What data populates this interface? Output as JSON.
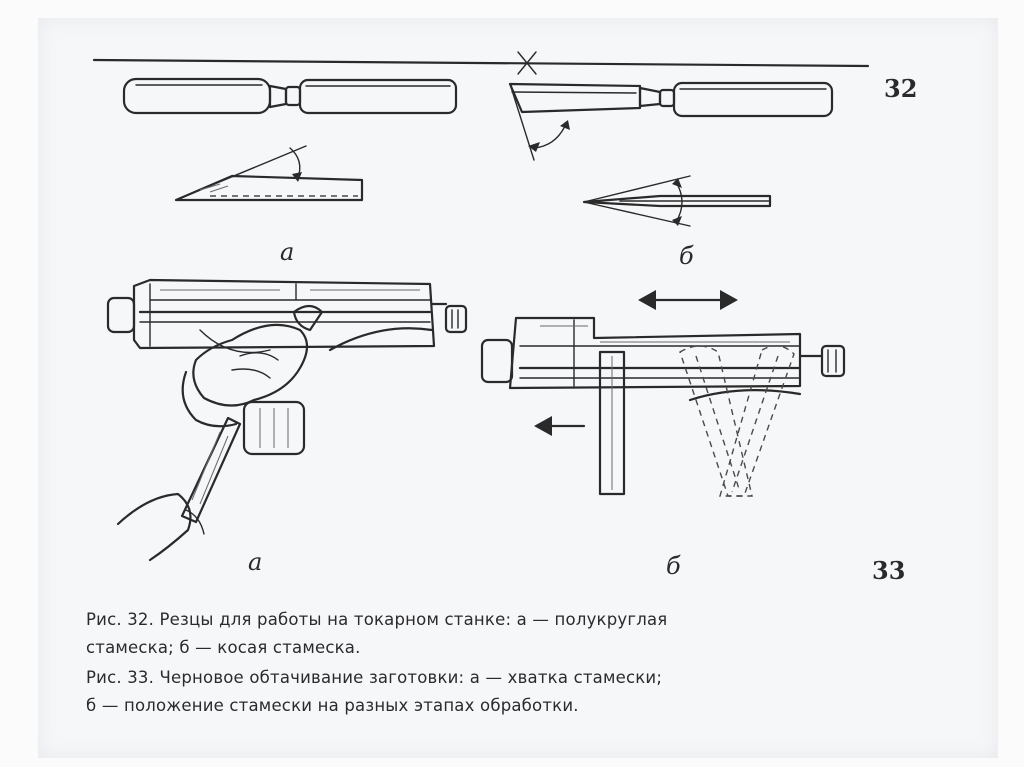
{
  "figures": {
    "fig32": {
      "number": "32",
      "label_a": "а",
      "label_b": "б"
    },
    "fig33": {
      "number": "33",
      "label_a": "а",
      "label_b": "б"
    }
  },
  "captions": [
    "Рис. 32. Резцы для работы на токарном станке: а — полукруглая",
    "стамеска; б — косая стамеска.",
    "Рис. 33. Черновое обтачивание заготовки: а — хватка стамески;",
    "б — положение стамески на разных этапах обработки."
  ]
}
